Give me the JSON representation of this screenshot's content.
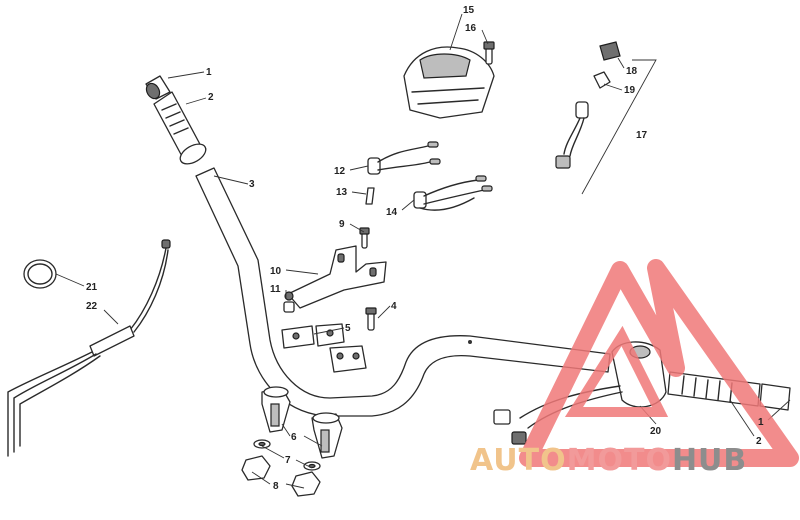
{
  "callouts": [
    {
      "id": "c1a",
      "text": "1"
    },
    {
      "id": "c2a",
      "text": "2"
    },
    {
      "id": "c3",
      "text": "3"
    },
    {
      "id": "c4",
      "text": "4"
    },
    {
      "id": "c5",
      "text": "5"
    },
    {
      "id": "c6",
      "text": "6"
    },
    {
      "id": "c7",
      "text": "7"
    },
    {
      "id": "c8",
      "text": "8"
    },
    {
      "id": "c9",
      "text": "9"
    },
    {
      "id": "c10",
      "text": "10"
    },
    {
      "id": "c11",
      "text": "11"
    },
    {
      "id": "c12",
      "text": "12"
    },
    {
      "id": "c13",
      "text": "13"
    },
    {
      "id": "c14",
      "text": "14"
    },
    {
      "id": "c15",
      "text": "15"
    },
    {
      "id": "c16",
      "text": "16"
    },
    {
      "id": "c17",
      "text": "17"
    },
    {
      "id": "c18",
      "text": "18"
    },
    {
      "id": "c19",
      "text": "19"
    },
    {
      "id": "c20",
      "text": "20"
    },
    {
      "id": "c21",
      "text": "21"
    },
    {
      "id": "c22",
      "text": "22"
    },
    {
      "id": "c1b",
      "text": "1"
    },
    {
      "id": "c2b",
      "text": "2"
    }
  ],
  "watermark": {
    "part1": "AUTO",
    "part2": "MOTO",
    "part3": "HUB",
    "colors": {
      "auto": "#f1c48b",
      "moto": "#f29a9a",
      "hub": "#8d8d8d",
      "logo": "#f07878"
    }
  }
}
